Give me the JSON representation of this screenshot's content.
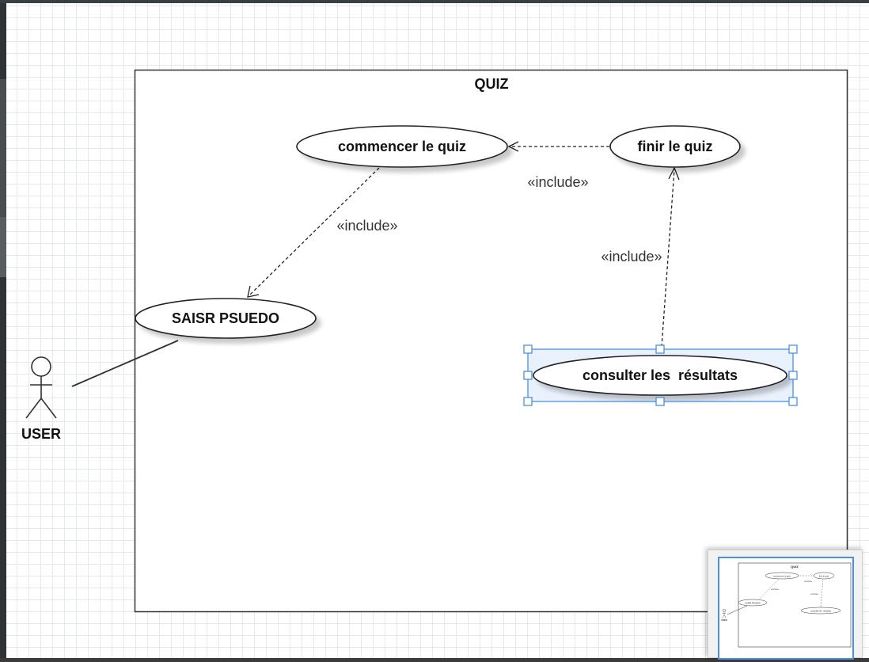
{
  "diagram": {
    "system": {
      "title": "QUIZ"
    },
    "actor": {
      "name": "USER"
    },
    "use_cases": {
      "commencer": "commencer le quiz",
      "finir": "finir le quiz",
      "saisir": "SAISR PSUEDO",
      "consulter": "consulter les  résultats"
    },
    "relations": {
      "finir_to_commencer": "«include»",
      "commencer_to_saisir": "«include»",
      "consulter_to_finir": "«include»"
    },
    "selected": "consulter les  résultats"
  },
  "minimap": {
    "system_title": "QUIZ",
    "actor_name": "USER",
    "uc_commencer": "commencer le quiz",
    "uc_finir": "finir le quiz",
    "uc_saisir": "SAISR PSUEDO",
    "uc_consulter": "consulter les  résultats",
    "label_include": "«include»"
  }
}
